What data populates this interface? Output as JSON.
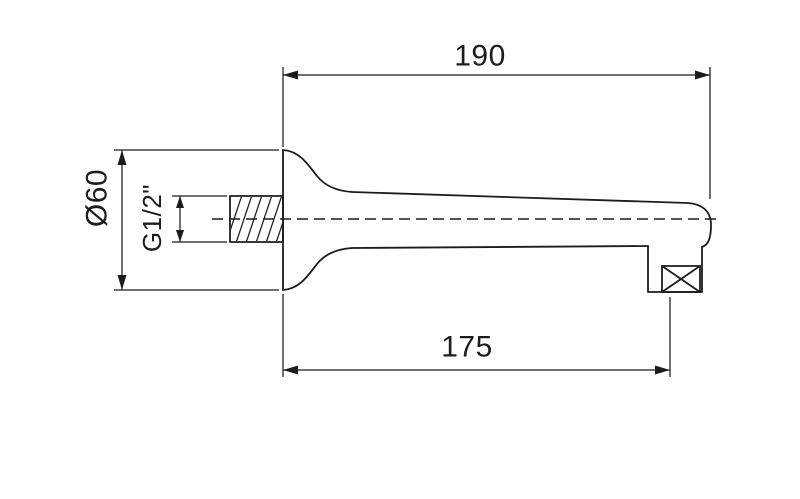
{
  "dimensions": {
    "overall_length": "190",
    "outlet_distance": "175",
    "flange_diameter": "Ø60",
    "inlet_thread": "G1/2\""
  },
  "colors": {
    "line": "#1c1c1c",
    "background": "#ffffff"
  }
}
